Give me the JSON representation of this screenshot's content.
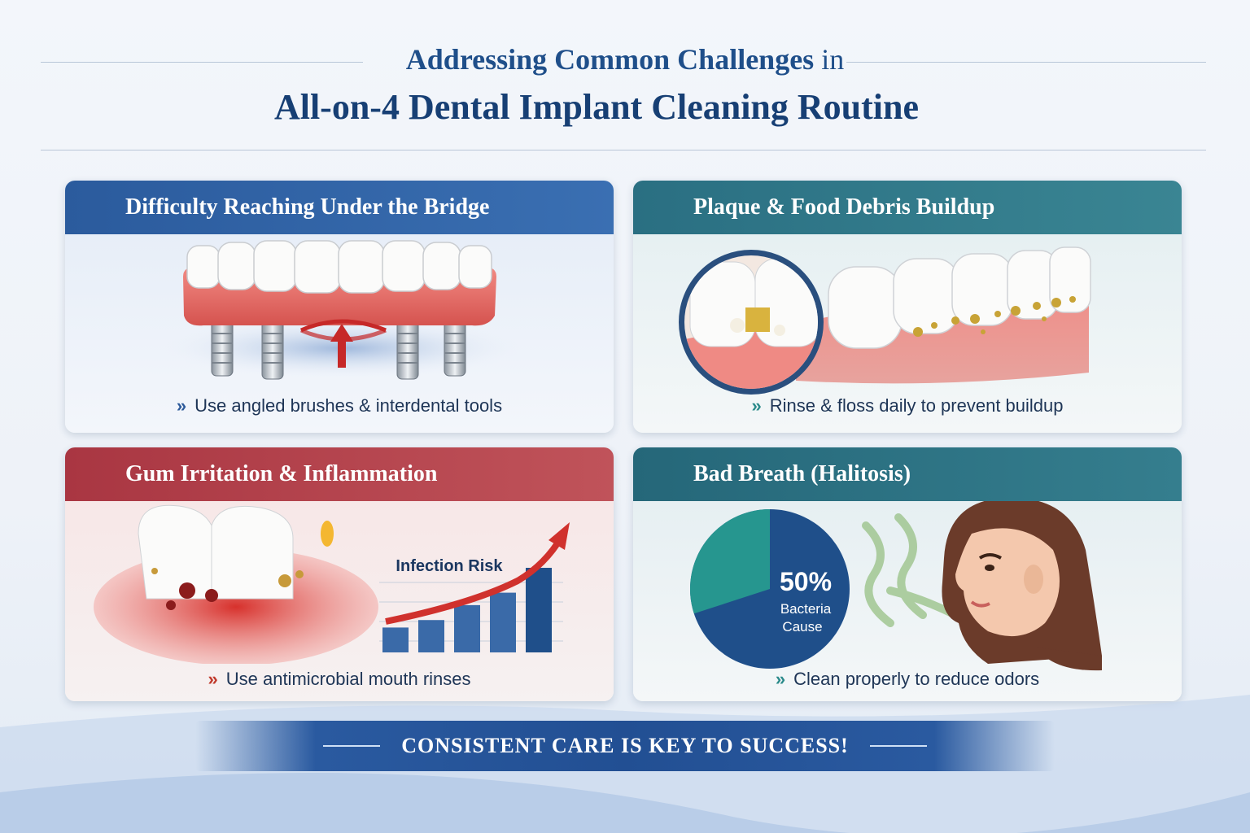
{
  "header": {
    "title_line1_main": "Addressing Common Challenges",
    "title_line1_suffix": "in",
    "title_line2": "All-on-4 Dental Implant Cleaning Routine"
  },
  "cards": [
    {
      "title": "Difficulty Reaching Under the Bridge",
      "tip": "Use angled brushes & interdental tools",
      "color": "#2c5a9a"
    },
    {
      "title": "Plaque & Food Debris Buildup",
      "tip": "Rinse & floss daily to prevent buildup",
      "color": "#2a6f82"
    },
    {
      "title": "Gum Irritation & Inflammation",
      "tip": "Use antimicrobial mouth rinses",
      "color": "#b23a44"
    },
    {
      "title": "Bad Breath (Halitosis)",
      "tip": "Clean properly to reduce odors",
      "color": "#2a6f82"
    }
  ],
  "infection_chart": {
    "label": "Infection Risk",
    "values": [
      1,
      1.3,
      1.9,
      2.4,
      3.4
    ]
  },
  "bacteria_pie": {
    "percent": "50%",
    "label_line1": "Bacteria",
    "label_line2": "Cause",
    "fraction": 0.7
  },
  "tip_arrow": "»",
  "footer": {
    "banner": "CONSISTENT CARE IS KEY TO SUCCESS!"
  },
  "colors": {
    "navy": "#1f4f8a",
    "red": "#c62828",
    "teal": "#2a6f82",
    "gum": "#e46d6d"
  }
}
